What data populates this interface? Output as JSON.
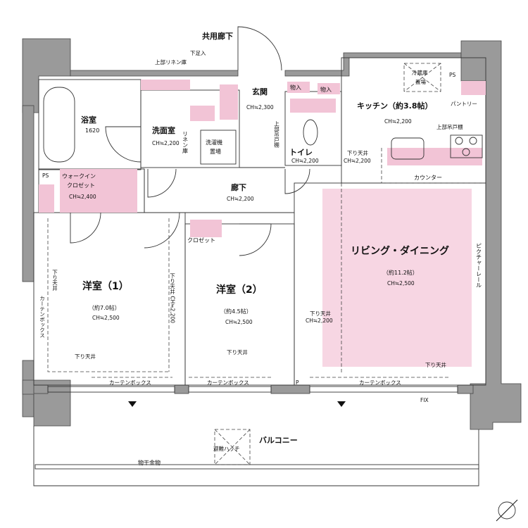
{
  "rooms": {
    "common_corridor": "共用廊下",
    "upper_linen_storage": "上部リネン庫",
    "footstool": "下足入",
    "entrance": "玄関",
    "entrance_ch": "CH≒2,300",
    "storage_a": "物入",
    "storage_b": "物入",
    "fridge": "冷蔵庫",
    "fridge_place": "置場",
    "ps_top": "PS",
    "pantry": "パントリー",
    "kitchen": "キッチン（約3.8帖）",
    "kitchen_ch": "CH≒2,200",
    "upper_cabinet": "上部吊戸棚",
    "bath": "浴室",
    "bath_size": "1620",
    "washroom": "洗面室",
    "washroom_ch": "CH≒2,200",
    "linen_vertical": "リネン庫",
    "washer": "洗濯機",
    "washer_place": "置場",
    "upper_cupboard_vertical": "上部吊戸棚",
    "toilet": "トイレ",
    "toilet_ch": "CH≒2,200",
    "lowered_ceiling_kitchen": "下り天井",
    "lowered_ceiling_kitchen_ch": "CH≒2,200",
    "ps_left": "PS",
    "walkin_1": "ウォークイン",
    "walkin_2": "クロゼット",
    "walkin_ch": "CH≒2,400",
    "hallway": "廊下",
    "hallway_ch": "CH≒2,200",
    "counter": "カウンター",
    "closet": "クロゼット",
    "living": "リビング・ダイニング",
    "living_size": "（約11.2帖）",
    "living_ch": "CH≒2,500",
    "picture_rail": "ピクチャーレール",
    "western1": "洋室（1）",
    "western1_size": "（約7.0帖）",
    "western1_ch": "CH≒2,500",
    "western2": "洋室（2）",
    "western2_size": "（約4.5帖）",
    "western2_ch": "CH≒2,500",
    "lowered_ceiling_w1_side": "下り天井",
    "lowered_ceiling_w1_bottom": "下り天井",
    "lowered_ceiling_w1_vertical": "下り天井 CH≒2,200",
    "curtain_box_vertical": "カーテンボックス",
    "lowered_ceiling_w2": "下り天井",
    "lowered_ceiling_living": "下り天井",
    "lowered_ceiling_living_ch": "CH≒2,200",
    "lowered_ceiling_living_bottom": "下り天井",
    "curtain_box_1": "カーテンボックス",
    "curtain_box_2": "カーテンボックス",
    "curtain_box_3": "カーテンボックス",
    "p_label": "P",
    "fix_label": "FIX",
    "balcony": "バルコニー",
    "evacuation_hatch": "避難ハッチ",
    "clothes_hanger": "物干金物"
  }
}
